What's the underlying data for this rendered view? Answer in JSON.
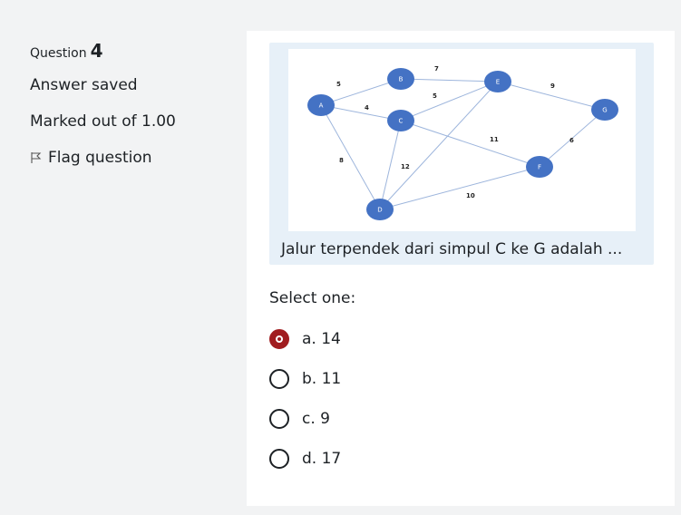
{
  "info": {
    "question_label": "Question",
    "question_number": "4",
    "state": "Answer saved",
    "grade": "Marked out of 1.00",
    "flag_label": "Flag question"
  },
  "question": {
    "prompt": "Jalur terpendek dari simpul C ke G adalah ...",
    "select_label": "Select one:"
  },
  "answers": [
    {
      "label": "a. 14",
      "checked": true
    },
    {
      "label": "b. 11",
      "checked": false
    },
    {
      "label": "c. 9",
      "checked": false
    },
    {
      "label": "d. 17",
      "checked": false
    }
  ],
  "graph": {
    "nodes": [
      "A",
      "B",
      "C",
      "D",
      "E",
      "F",
      "G"
    ],
    "edges": [
      {
        "from": "A",
        "to": "B",
        "weight": "5"
      },
      {
        "from": "A",
        "to": "C",
        "weight": "4"
      },
      {
        "from": "A",
        "to": "D",
        "weight": "8"
      },
      {
        "from": "B",
        "to": "E",
        "weight": "7"
      },
      {
        "from": "C",
        "to": "E",
        "weight": "5"
      },
      {
        "from": "C",
        "to": "F",
        "weight": "11"
      },
      {
        "from": "C",
        "to": "D",
        "weight": "12"
      },
      {
        "from": "E",
        "to": "G",
        "weight": "9"
      },
      {
        "from": "F",
        "to": "G",
        "weight": "6"
      },
      {
        "from": "D",
        "to": "F",
        "weight": "10"
      },
      {
        "from": "D",
        "to": "E",
        "weight": ""
      }
    ]
  },
  "colors": {
    "node_fill": "#4472c4",
    "edge": "#9db5dc",
    "accent": "#a01c1f",
    "question_bg": "#e7f0f8"
  }
}
